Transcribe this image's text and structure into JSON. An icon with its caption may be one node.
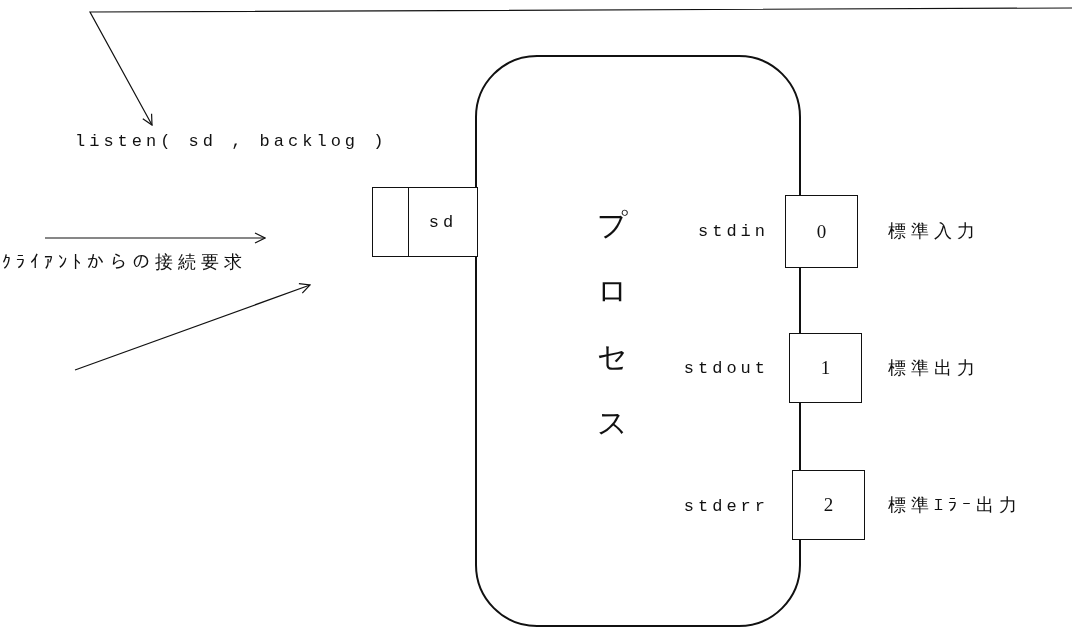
{
  "diagram": {
    "nodes": [
      {
        "text": [
          "プロセス",
          "stdin",
          "stdout",
          "stderr"
        ]
      },
      {
        "text": [
          "0"
        ],
        "beside": [
          "標準入力"
        ]
      },
      {
        "text": [
          "1"
        ],
        "beside": [
          "標準出力"
        ]
      },
      {
        "text": [
          "2"
        ],
        "beside": [
          "標準ｴﾗｰ出力"
        ]
      },
      {
        "text": [
          "sd"
        ]
      },
      {
        "text": [
          "listen( sd , backlog )"
        ]
      },
      {
        "text": [
          "ｸﾗｲｱﾝﾄからの接続要求"
        ]
      }
    ],
    "edges": [
      {
        "from": null,
        "to": 5,
        "arrow": "to"
      },
      {
        "from": null,
        "to": 6,
        "arrow": "to"
      },
      {
        "from": null,
        "to": 6,
        "arrow": "to"
      }
    ]
  }
}
